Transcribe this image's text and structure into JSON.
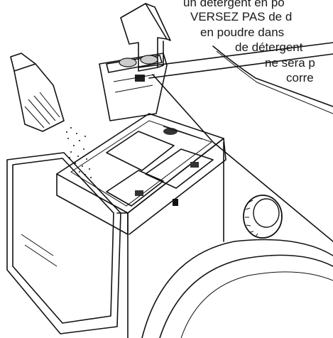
{
  "instructions": {
    "lines": [
      "un détergent en po",
      "VERSEZ PAS de d",
      "en poudre dans",
      "de détergent",
      "ne sera p",
      "corre"
    ]
  },
  "illustration": {
    "items": [
      "arrow-up-icon",
      "detergent-scoop-icon",
      "powder-granules",
      "liquid-detergent-cup",
      "dispenser-drawer",
      "washer-body",
      "control-knob"
    ]
  }
}
